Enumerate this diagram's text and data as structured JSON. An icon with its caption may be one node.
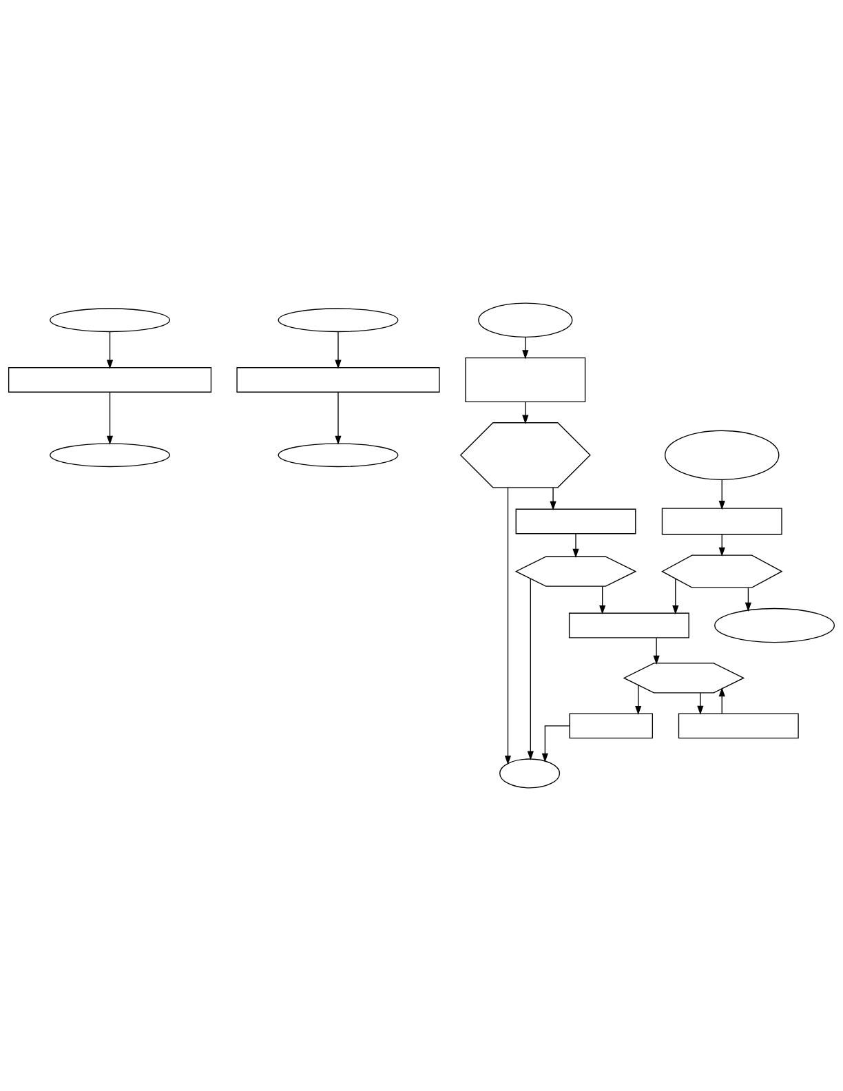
{
  "diagram": {
    "nodes": [
      {
        "text": [],
        "shape": "ellipse"
      },
      {
        "text": [],
        "shape": "ellipse"
      },
      {
        "text": [],
        "shape": "box"
      },
      {
        "text": [],
        "shape": "box"
      },
      {
        "text": [],
        "shape": "ellipse"
      },
      {
        "text": [],
        "shape": "ellipse"
      },
      {
        "text": [],
        "shape": "ellipse"
      },
      {
        "text": [],
        "shape": "ellipse"
      },
      {
        "text": [],
        "shape": "box"
      },
      {
        "text": [],
        "shape": "box"
      },
      {
        "text": [],
        "shape": "hexagon"
      },
      {
        "text": [],
        "shape": "hexagon"
      },
      {
        "text": [],
        "shape": "ellipse"
      },
      {
        "text": [],
        "shape": "box"
      },
      {
        "text": [],
        "shape": "hexagon"
      },
      {
        "text": [],
        "shape": "box"
      },
      {
        "text": [],
        "shape": "hexagon"
      },
      {
        "text": [],
        "shape": "box"
      },
      {
        "text": [],
        "shape": "box"
      },
      {
        "text": [],
        "shape": "ellipse"
      }
    ],
    "edges": [
      {
        "from": 0,
        "to": 2,
        "arrow": "to"
      },
      {
        "from": 2,
        "to": 4,
        "arrow": "to"
      },
      {
        "from": 1,
        "to": 3,
        "arrow": "to"
      },
      {
        "from": 3,
        "to": 5,
        "arrow": "to"
      },
      {
        "from": 6,
        "to": 8,
        "arrow": "to"
      },
      {
        "from": 8,
        "to": 10,
        "arrow": "to"
      },
      {
        "from": 10,
        "to": 19,
        "arrow": "to"
      },
      {
        "from": 10,
        "to": 13,
        "arrow": "to"
      },
      {
        "from": 7,
        "to": 9,
        "arrow": "to"
      },
      {
        "from": 9,
        "to": 11,
        "arrow": "to"
      },
      {
        "from": 11,
        "to": 12,
        "arrow": "to"
      },
      {
        "from": 11,
        "to": 15,
        "arrow": "to"
      },
      {
        "from": 13,
        "to": 14,
        "arrow": "to"
      },
      {
        "from": 14,
        "to": 19,
        "arrow": "to"
      },
      {
        "from": 14,
        "to": 15,
        "arrow": "to"
      },
      {
        "from": 15,
        "to": 16,
        "arrow": "to"
      },
      {
        "from": 16,
        "to": 17,
        "arrow": "to"
      },
      {
        "from": 16,
        "to": 18,
        "arrow": "to"
      },
      {
        "from": 17,
        "to": 19,
        "arrow": "to"
      },
      {
        "from": 18,
        "to": 16,
        "arrow": "to"
      }
    ]
  }
}
